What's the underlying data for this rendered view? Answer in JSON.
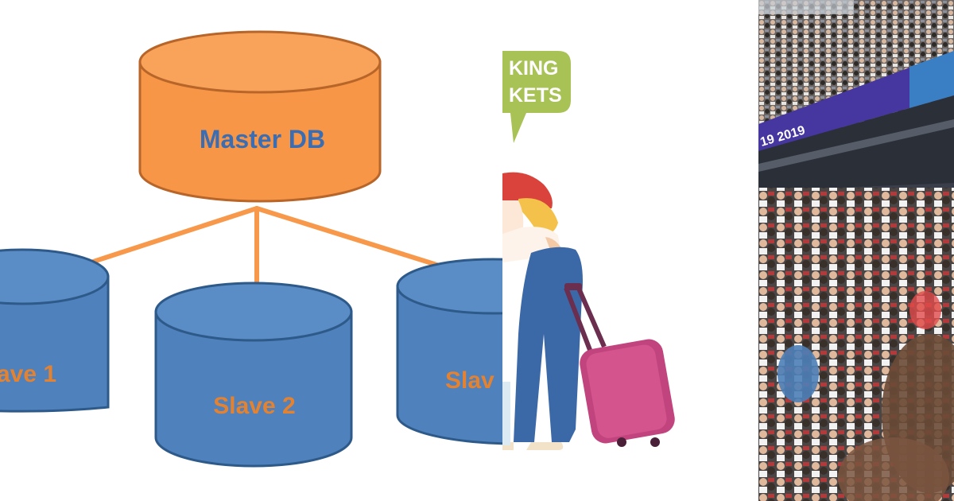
{
  "diagram": {
    "master_label": "Master DB",
    "slave_1_label": "ave 1",
    "slave_2_label": "Slave 2",
    "slave_3_label": "Slav",
    "colors": {
      "master_fill": "#f79646",
      "master_stroke": "#b8652a",
      "slave_fill": "#4f81bd",
      "slave_stroke": "#2e5a8a",
      "arrow": "#f7984a",
      "master_text": "#3b6db3",
      "slave_text": "#e5822f"
    }
  },
  "illustration": {
    "bubble_line_1": "KING",
    "bubble_line_2": "KETS",
    "colors": {
      "bubble": "#a8c256",
      "suitcase": "#c2447e",
      "hat": "#d9433b",
      "pants": "#3b69a8"
    }
  },
  "photo": {
    "banner_text": "19 2019",
    "colors": {
      "banner": "#4636a0",
      "crowd": "#5b5a5c"
    }
  }
}
